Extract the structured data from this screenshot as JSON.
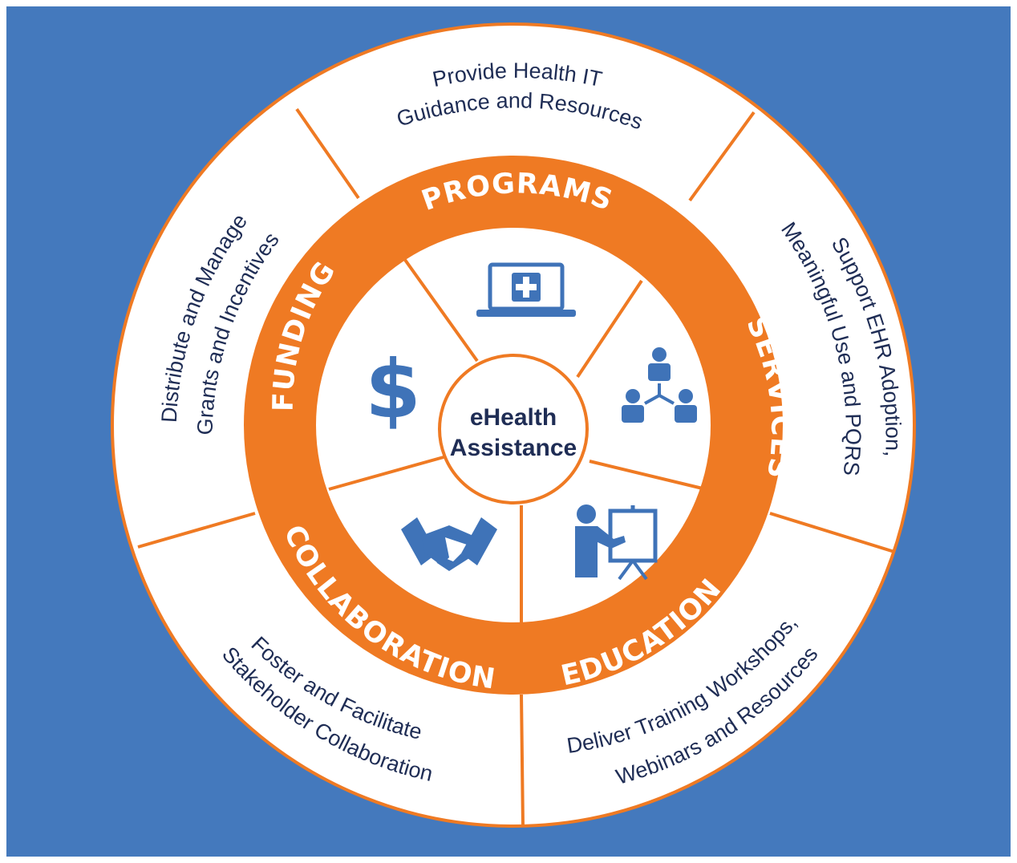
{
  "center": {
    "line1": "eHealth",
    "line2": "Assistance"
  },
  "segments": [
    {
      "id": "programs",
      "ring_label": "PROGRAMS",
      "icon": "laptop-medical-icon",
      "outer_text": [
        "Provide Health IT",
        "Guidance and Resources"
      ]
    },
    {
      "id": "services",
      "ring_label": "SERVICES",
      "icon": "people-network-icon",
      "outer_text": [
        "Support EHR Adoption,",
        "Meaningful Use and PQRS"
      ]
    },
    {
      "id": "education",
      "ring_label": "EDUCATION",
      "icon": "presenter-board-icon",
      "outer_text": [
        "Deliver Training Workshops,",
        "Webinars and Resources"
      ]
    },
    {
      "id": "collaboration",
      "ring_label": "COLLABORATION",
      "icon": "handshake-icon",
      "outer_text": [
        "Foster and Facilitate",
        "Stakeholder Collaboration"
      ]
    },
    {
      "id": "funding",
      "ring_label": "FUNDING",
      "icon": "dollar-icon",
      "outer_text": [
        "Distribute and Manage",
        "Grants and Incentives"
      ]
    }
  ],
  "colors": {
    "background": "#4479bd",
    "orange": "#ef7a23",
    "navy": "#1f2d55",
    "icon_blue": "#3f73b8",
    "white": "#ffffff"
  }
}
